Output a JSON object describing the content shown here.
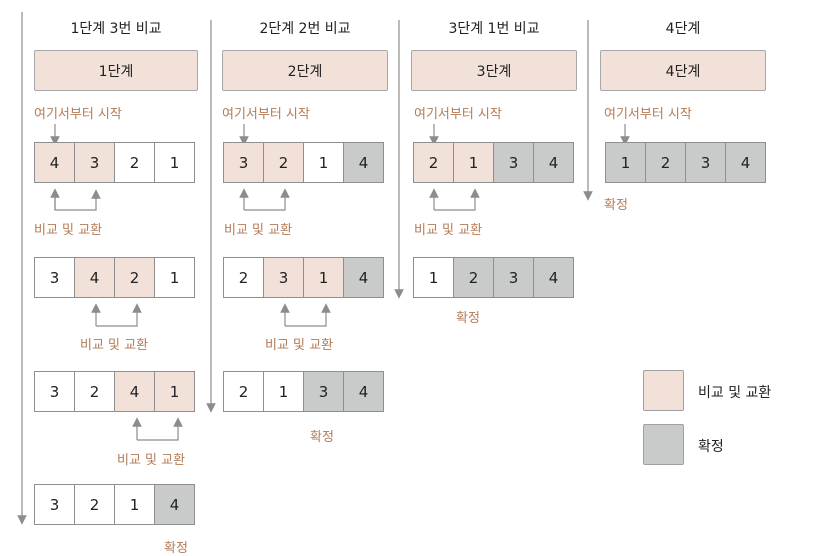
{
  "columns": [
    {
      "title": "1단계 3번 비교",
      "header": "1단계",
      "start_label": "여기서부터 시작",
      "rows": [
        {
          "cells": [
            "4",
            "3",
            "2",
            "1"
          ],
          "states": [
            "swap",
            "swap",
            "none",
            "none"
          ],
          "label": "비교 및 교환"
        },
        {
          "cells": [
            "3",
            "4",
            "2",
            "1"
          ],
          "states": [
            "none",
            "swap",
            "swap",
            "none"
          ],
          "label": "비교 및 교환"
        },
        {
          "cells": [
            "3",
            "2",
            "4",
            "1"
          ],
          "states": [
            "none",
            "none",
            "swap",
            "swap"
          ],
          "label": "비교 및 교환"
        },
        {
          "cells": [
            "3",
            "2",
            "1",
            "4"
          ],
          "states": [
            "none",
            "none",
            "none",
            "fix"
          ],
          "label": "확정"
        }
      ]
    },
    {
      "title": "2단계 2번 비교",
      "header": "2단계",
      "start_label": "여기서부터 시작",
      "rows": [
        {
          "cells": [
            "3",
            "2",
            "1",
            "4"
          ],
          "states": [
            "swap",
            "swap",
            "none",
            "fix"
          ],
          "label": "비교 및 교환"
        },
        {
          "cells": [
            "2",
            "3",
            "1",
            "4"
          ],
          "states": [
            "none",
            "swap",
            "swap",
            "fix"
          ],
          "label": "비교 및 교환"
        },
        {
          "cells": [
            "2",
            "1",
            "3",
            "4"
          ],
          "states": [
            "none",
            "none",
            "fix",
            "fix"
          ],
          "label": "확정"
        }
      ]
    },
    {
      "title": "3단계 1번 비교",
      "header": "3단계",
      "start_label": "여기서부터 시작",
      "rows": [
        {
          "cells": [
            "2",
            "1",
            "3",
            "4"
          ],
          "states": [
            "swap",
            "swap",
            "fix",
            "fix"
          ],
          "label": "비교 및 교환"
        },
        {
          "cells": [
            "1",
            "2",
            "3",
            "4"
          ],
          "states": [
            "none",
            "fix",
            "fix",
            "fix"
          ],
          "label": "확정"
        }
      ]
    },
    {
      "title": "4단계",
      "header": "4단계",
      "start_label": "여기서부터 시작",
      "rows": [
        {
          "cells": [
            "1",
            "2",
            "3",
            "4"
          ],
          "states": [
            "fix",
            "fix",
            "fix",
            "fix"
          ],
          "label": "확정"
        }
      ]
    }
  ],
  "legend": [
    {
      "state": "swap",
      "label": "비교 및 교환",
      "color": "#f2e1d8"
    },
    {
      "state": "fix",
      "label": "확정",
      "color": "#c9caca"
    }
  ],
  "colors": {
    "swap": "#f2e1d8",
    "fix": "#c9caca",
    "note": "#b47b55",
    "line": "#8c8c8c"
  }
}
